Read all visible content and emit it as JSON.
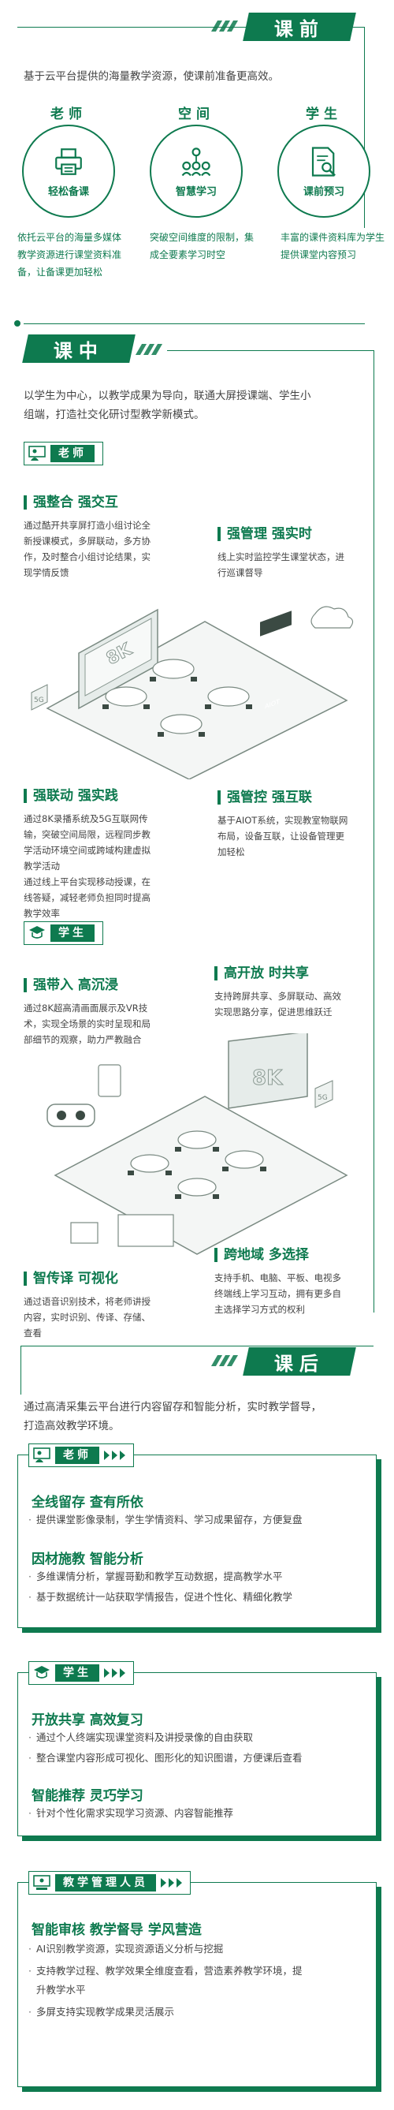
{
  "sections": {
    "before": "课前",
    "during": "课中",
    "after": "课后"
  },
  "before": {
    "intro": "基于云平台提供的海量教学资源，使课前准备更高效。",
    "columns": [
      {
        "role": "老师",
        "icon": "printer-icon",
        "label": "轻松备课",
        "desc": "依托云平台的海量多媒体教学资源进行课堂资料准备，让备课更加轻松"
      },
      {
        "role": "空间",
        "icon": "people-network-icon",
        "label": "智慧学习",
        "desc": "突破空间维度的限制，集成全要素学习时空"
      },
      {
        "role": "学生",
        "icon": "document-search-icon",
        "label": "课前预习",
        "desc": "丰富的课件资料库为学生提供课堂内容预习"
      }
    ]
  },
  "during": {
    "intro_1": "以学生为中心，以教学成果为导向，联通大屏授课端、学生小",
    "intro_2": "组端，打造社交化研讨型教学新模式。",
    "teacher_tag": "老师",
    "student_tag": "学生",
    "teacher_feats": [
      {
        "title": "强整合 强交互",
        "lines": [
          "通过酷开共享屏打造小组讨论全",
          "新授课模式，多屏联动，多方协",
          "作，及时整合小组讨论结果，实",
          "现学情反馈"
        ]
      },
      {
        "title": "强管理 强实时",
        "lines": [
          "线上实时监控学生课堂状态，进",
          "行巡课督导"
        ]
      },
      {
        "title": "强联动 强实践",
        "lines": [
          "通过8K录播系统及5G互联网传",
          "输，突破空间局限，远程同步教",
          "学活动环境空间或跨域构建虚拟",
          "教学活动",
          "通过线上平台实现移动授课，在",
          "线答疑，减轻老师负担同时提高",
          "教学效率"
        ]
      },
      {
        "title": "强管控 强互联",
        "lines": [
          "基于AIOT系统，实现教室物联网",
          "布局，设备互联，让设备管理更",
          "加轻松"
        ]
      }
    ],
    "student_feats": [
      {
        "title": "强带入 高沉浸",
        "lines": [
          "通过8K超高清画面展示及VR技",
          "术，实现全场景的实时呈现和局",
          "部细节的观察，助力严教融合"
        ]
      },
      {
        "title": "高开放 时共享",
        "lines": [
          "支持跨屏共享、多屏联动、高效",
          "实现思路分享，促进思维跃迁"
        ]
      },
      {
        "title": "智传译 可视化",
        "lines": [
          "通过语音识别技术，将老师讲授",
          "内容，实时识别、传译、存储、",
          "查看"
        ]
      },
      {
        "title": "跨地域 多选择",
        "lines": [
          "支持手机、电脑、平板、电视多",
          "终端线上学习互动，拥有更多自",
          "主选择学习方式的权利"
        ]
      }
    ],
    "labels": {
      "screen_8k": "8K",
      "badge_5g": "5G",
      "aiot": "AIOT"
    }
  },
  "after": {
    "intro_1": "通过高清采集云平台进行内容留存和智能分析，实时教学督导，",
    "intro_2": "打造高效教学环境。",
    "teacher": {
      "tag": "老师",
      "groups": [
        {
          "title": "全线留存 查有所依",
          "bullets": [
            "提供课堂影像录制，学生学情资料、学习成果留存，方便复盘"
          ]
        },
        {
          "title": "因材施教 智能分析",
          "bullets": [
            "多维课情分析，掌握哥勤和教学互动数据，提高教学水平",
            "基于数据统计一站获取学情报告，促进个性化、精细化教学"
          ]
        }
      ]
    },
    "student": {
      "tag": "学生",
      "groups": [
        {
          "title": "开放共享 高效复习",
          "bullets": [
            "通过个人终端实现课堂资料及讲授录像的自由获取",
            "整合课堂内容形成可视化、图形化的知识图谱，方便课后查看"
          ]
        },
        {
          "title": "智能推荐 灵巧学习",
          "bullets": [
            "针对个性化需求实现学习资源、内容智能推荐"
          ]
        }
      ]
    },
    "admin": {
      "tag": "教学管理人员",
      "groups": [
        {
          "title": "智能审核 教学督导 学风营造",
          "bullets": [
            "AI识别教学资源，实现资源语义分析与挖掘",
            "支持教学过程、教学效果全维度查看，营造素养教学环境，提",
            "升教学水平",
            "多屏支持实现教学成果灵活展示"
          ]
        }
      ]
    }
  }
}
